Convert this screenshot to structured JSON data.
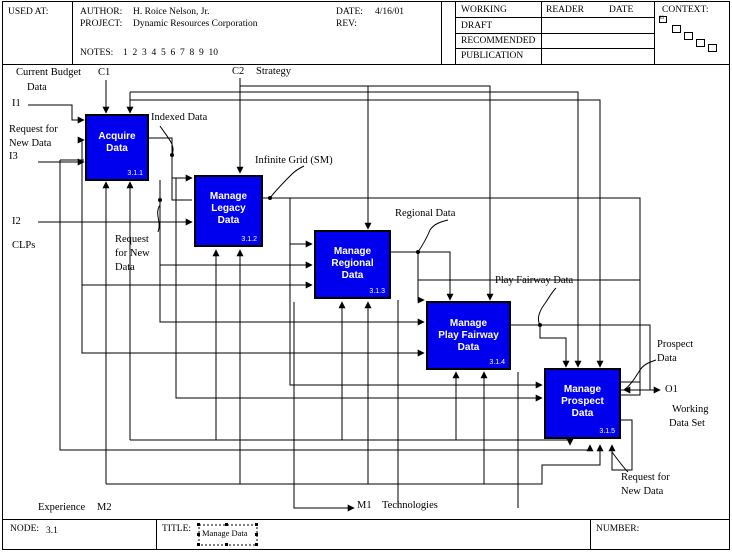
{
  "header": {
    "used_at_label": "USED AT:",
    "author_label": "AUTHOR:",
    "author": "H. Roice Nelson, Jr.",
    "project_label": "PROJECT:",
    "project": "Dynamic Resources Corporation",
    "date_label": "DATE:",
    "date": "4/16/01",
    "rev_label": "REV:",
    "notes_label": "NOTES:",
    "notes": "1  2  3  4  5  6  7  8  9  10",
    "status": [
      "WORKING",
      "DRAFT",
      "RECOMMENDED",
      "PUBLICATION"
    ],
    "reader_label": "READER",
    "reader_date_label": "DATE",
    "context_label": "CONTEXT:",
    "context_marker": "83"
  },
  "boxes": [
    {
      "title_lines": [
        "Acquire",
        "Data"
      ],
      "number": "3.1.1"
    },
    {
      "title_lines": [
        "Manage",
        "Legacy",
        "Data"
      ],
      "number": "3.1.2"
    },
    {
      "title_lines": [
        "Manage",
        "Regional",
        "Data"
      ],
      "number": "3.1.3"
    },
    {
      "title_lines": [
        "Manage",
        "Play Fairway",
        "Data"
      ],
      "number": "3.1.4"
    },
    {
      "title_lines": [
        "Manage",
        "Prospect",
        "Data"
      ],
      "number": "3.1.5"
    }
  ],
  "labels": {
    "c1": "C1",
    "current_budget": "Current Budget",
    "current_budget_data": "Data",
    "i1": "I1",
    "request_for": "Request for",
    "new_data": "New Data",
    "i3": "I3",
    "i2": "I2",
    "clps": "CLPs",
    "c2": "C2",
    "strategy": "Strategy",
    "indexed_data": "Indexed Data",
    "infinite_grid": "Infinite Grid (SM)",
    "request_mid_1": "Request",
    "request_mid_2": "for New",
    "request_mid_3": "Data",
    "regional_data": "Regional Data",
    "play_fairway_data": "Play Fairway Data",
    "prospect_1": "Prospect",
    "prospect_2": "Data",
    "o1": "O1",
    "working_1": "Working",
    "working_2": "Data Set",
    "request_bottom_1": "Request for",
    "request_bottom_2": "New Data",
    "experience": "Experience",
    "m2": "M2",
    "m1": "M1",
    "technologies": "Technologies"
  },
  "footer": {
    "node_label": "NODE:",
    "node": "3.1",
    "title_label": "TITLE:",
    "title": "Manage Data",
    "number_label": "NUMBER:"
  }
}
